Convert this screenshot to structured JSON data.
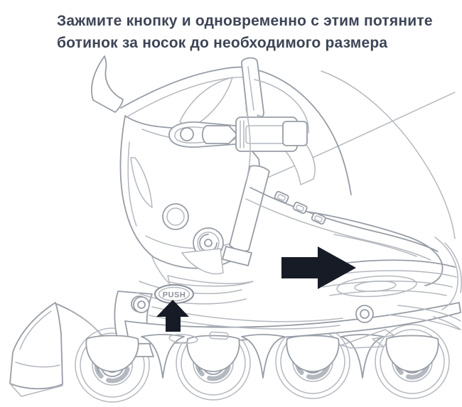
{
  "instruction": {
    "line1": "Зажмите кнопку и одновременно с этим потяните",
    "line2": "ботинок за носок до необходимого размера"
  },
  "diagram": {
    "push_button_label": "PUSH",
    "arrows": [
      {
        "name": "press-button-up-arrow",
        "direction": "up"
      },
      {
        "name": "pull-toe-right-arrow",
        "direction": "right"
      }
    ],
    "colors": {
      "background": "#ffffff",
      "instruction_text": "#3d4556",
      "arrow": "#171b26",
      "outline_light": "#b4b8bf",
      "outline_medium": "#979da6",
      "push_label": "#8a909a"
    }
  }
}
